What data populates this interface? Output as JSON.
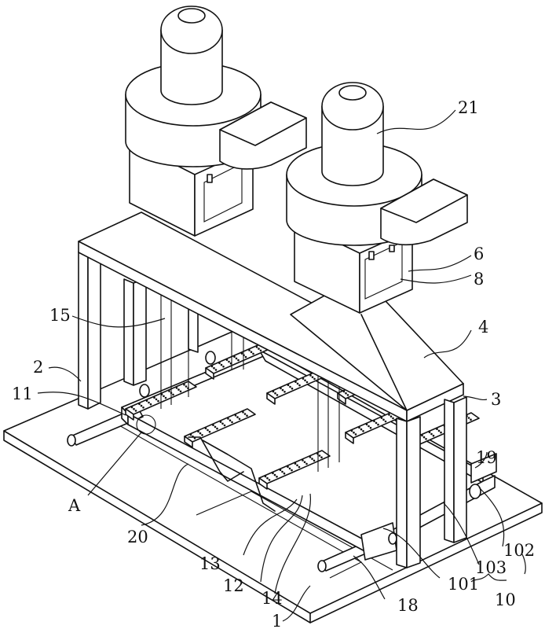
{
  "figure": {
    "type": "patent-isometric-line-drawing",
    "subject": "dual dust-collector fan units over perforated-tray conveyor frame",
    "labels": {
      "l1": "1",
      "l2": "2",
      "l3": "3",
      "l4": "4",
      "l6": "6",
      "l8": "8",
      "l10": "10",
      "l11": "11",
      "l12": "12",
      "l13": "13",
      "l14": "14",
      "l15": "15",
      "l18": "18",
      "l19": "19",
      "l20": "20",
      "l21": "21",
      "l101": "101",
      "l102": "102",
      "l103": "103",
      "lA": "A"
    }
  }
}
